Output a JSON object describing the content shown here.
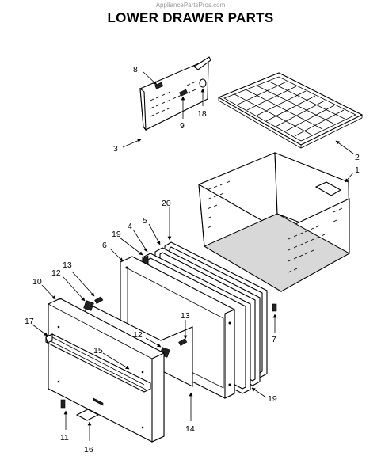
{
  "watermark": "AppliancePartsPros.com",
  "title": "LOWER DRAWER PARTS",
  "labels": {
    "p1": "1",
    "p2": "2",
    "p3": "3",
    "p4": "4",
    "p5": "5",
    "p6": "6",
    "p7": "7",
    "p8": "8",
    "p9": "9",
    "p10": "10",
    "p11": "11",
    "p12a": "12",
    "p12b": "12",
    "p13a": "13",
    "p13b": "13",
    "p14": "14",
    "p15": "15",
    "p16": "16",
    "p17": "17",
    "p18": "18",
    "p19a": "19",
    "p19b": "19",
    "p20": "20"
  }
}
